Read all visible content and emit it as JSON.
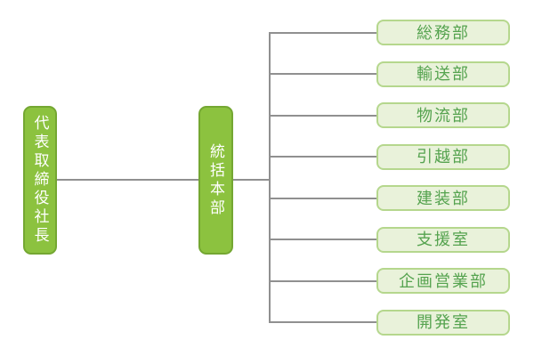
{
  "chart": {
    "type": "org-chart",
    "root": {
      "label": "代表取締役社長"
    },
    "division": {
      "label": "統括本部"
    },
    "departments": [
      {
        "label": "総務部"
      },
      {
        "label": "輸送部"
      },
      {
        "label": "物流部"
      },
      {
        "label": "引越部"
      },
      {
        "label": "建装部"
      },
      {
        "label": "支援室"
      },
      {
        "label": "企画営業部"
      },
      {
        "label": "開発室"
      }
    ],
    "colors": {
      "node_fill": "#8cc23f",
      "node_border": "#74a732",
      "node_text": "#ffffff",
      "leaf_fill": "#e9f2da",
      "leaf_border": "#b5d78d",
      "leaf_text": "#55a34f",
      "connector": "#909090",
      "background": "#ffffff"
    }
  }
}
